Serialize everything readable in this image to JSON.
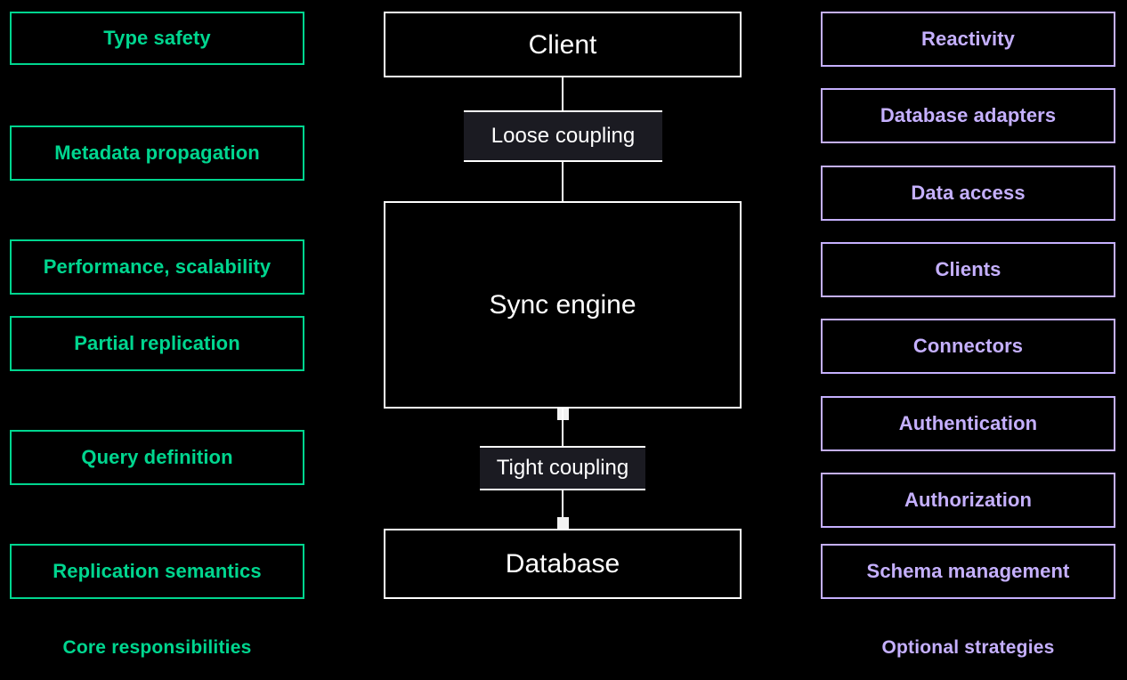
{
  "diagram": {
    "background_color": "#000000",
    "core": {
      "accent_color": "#00D68F",
      "caption": "Core responsibilities",
      "items": [
        {
          "label": "Type safety"
        },
        {
          "label": "Metadata propagation"
        },
        {
          "label": "Performance, scalability"
        },
        {
          "label": "Partial replication"
        },
        {
          "label": "Query definition"
        },
        {
          "label": "Replication semantics"
        }
      ]
    },
    "center": {
      "accent_color": "#FFFFFF",
      "nodes": [
        {
          "label": "Client"
        },
        {
          "label": "Sync engine"
        },
        {
          "label": "Database"
        }
      ],
      "edges": [
        {
          "label": "Loose coupling",
          "from": "Client",
          "to": "Sync engine"
        },
        {
          "label": "Tight coupling",
          "from": "Sync engine",
          "to": "Database"
        }
      ]
    },
    "optional": {
      "accent_color": "#C5B0FE",
      "caption": "Optional strategies",
      "items": [
        {
          "label": "Reactivity"
        },
        {
          "label": "Database adapters"
        },
        {
          "label": "Data access"
        },
        {
          "label": "Clients"
        },
        {
          "label": "Connectors"
        },
        {
          "label": "Authentication"
        },
        {
          "label": "Authorization"
        },
        {
          "label": "Schema management"
        }
      ]
    }
  }
}
